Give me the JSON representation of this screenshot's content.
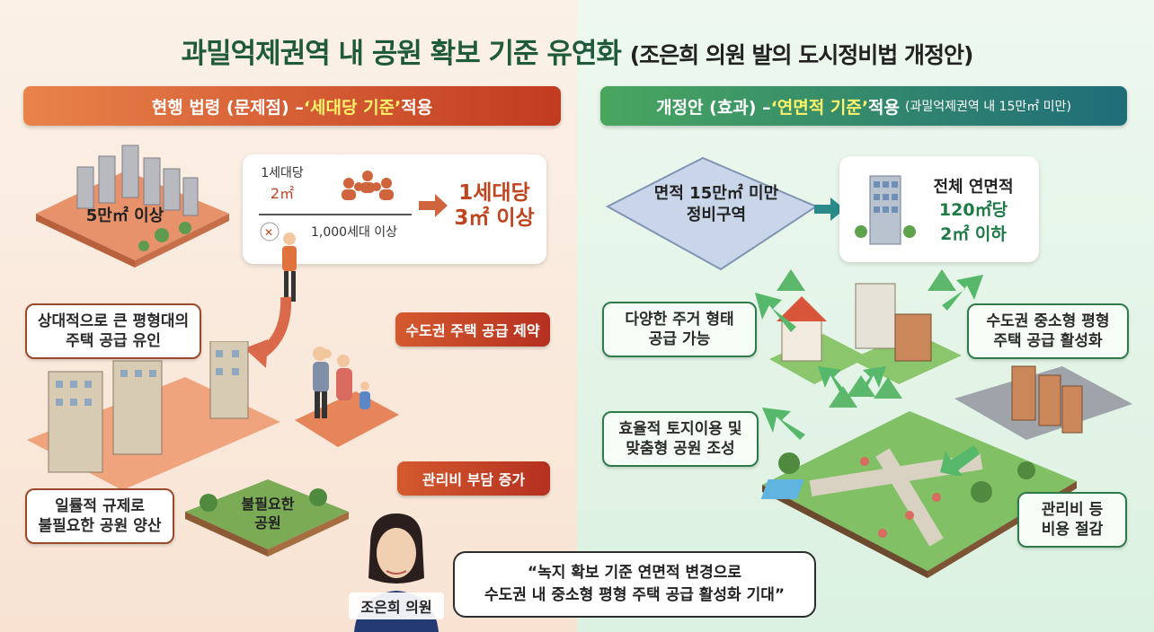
{
  "title": {
    "main": "과밀억제권역 내 공원 확보 기준 유연화",
    "sub": "(조은희 의원 발의 도시정비법 개정안)"
  },
  "left_banner": {
    "prefix": "현행 법령 (문제점) – ",
    "highlight": "‘세대당 기준’",
    "suffix": " 적용"
  },
  "right_banner": {
    "prefix": "개정안 (효과) – ",
    "highlight": "‘연면적 기준’",
    "suffix": " 적용",
    "small": "(과밀억제권역 내 15만㎡ 미만)"
  },
  "left": {
    "site_label": "5만㎡ 이상",
    "ratio": {
      "top_label": "1세대당",
      "top_value": "2㎡",
      "bottom_label": "1,000세대 이상",
      "result_line1": "1세대당",
      "result_line2": "3㎡ 이상"
    },
    "callout_large_units": "상대적으로 큰 평형대의\n주택 공급 유인",
    "tag_supply": "수도권 주택 공급 제약",
    "tag_cost": "관리비 부담 증가",
    "callout_uniform": "일률적 규제로\n불필요한 공원 양산",
    "park_label": "불필요한\n공원"
  },
  "right": {
    "area_label": "면적 15만㎡ 미만\n정비구역",
    "total_floor": {
      "line1": "전체 연면적",
      "line2": "120㎡당",
      "line3": "2㎡ 이하"
    },
    "callout_housing": "다양한 주거 형태\n공급 가능",
    "callout_small": "수도권 중소형 평형\n주택 공급 활성화",
    "callout_land": "효율적 토지이용 및\n맞춤형 공원 조성",
    "callout_cost": "관리비 등\n비용 절감"
  },
  "quote": {
    "line1": "“녹지 확보 기준 연면적 변경으로",
    "line2": "수도권 내 중소형 평형 주택 공급 활성화 기대”"
  },
  "speaker": "조은희 의원",
  "colors": {
    "title_green": "#1f5a3b",
    "accent_red": "#c0451f",
    "accent_green": "#1f7a46",
    "banner_left": "#c23b21",
    "banner_right": "#1f6d79"
  }
}
